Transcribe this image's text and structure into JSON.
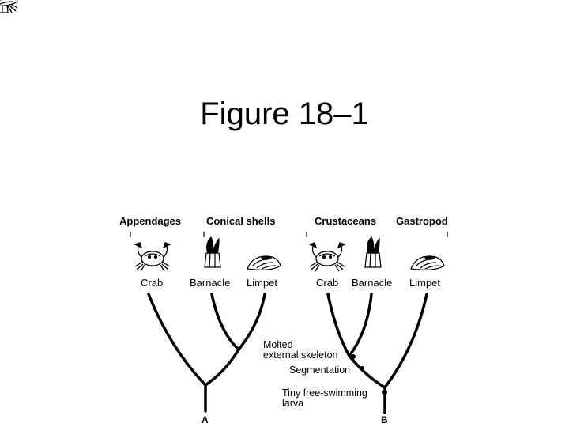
{
  "title": "Figure 18–1",
  "left_tree": {
    "groups": [
      "Appendages",
      "Conical shells"
    ],
    "organisms": [
      "Crab",
      "Barnacle",
      "Limpet"
    ],
    "node": "A"
  },
  "right_tree": {
    "groups": [
      "Crustaceans",
      "Gastropod"
    ],
    "organisms": [
      "Crab",
      "Barnacle",
      "Limpet"
    ],
    "node": "B",
    "traits": [
      "Molted external skeleton",
      "Segmentation",
      "Tiny free-swimming larva"
    ]
  },
  "trait_lines": {
    "molted": [
      "Molted",
      "external skeleton"
    ],
    "segmentation": "Segmentation",
    "larva": [
      "Tiny free-swimming",
      "larva"
    ]
  },
  "icons": [
    "crab-icon",
    "barnacle-icon",
    "limpet-icon"
  ]
}
